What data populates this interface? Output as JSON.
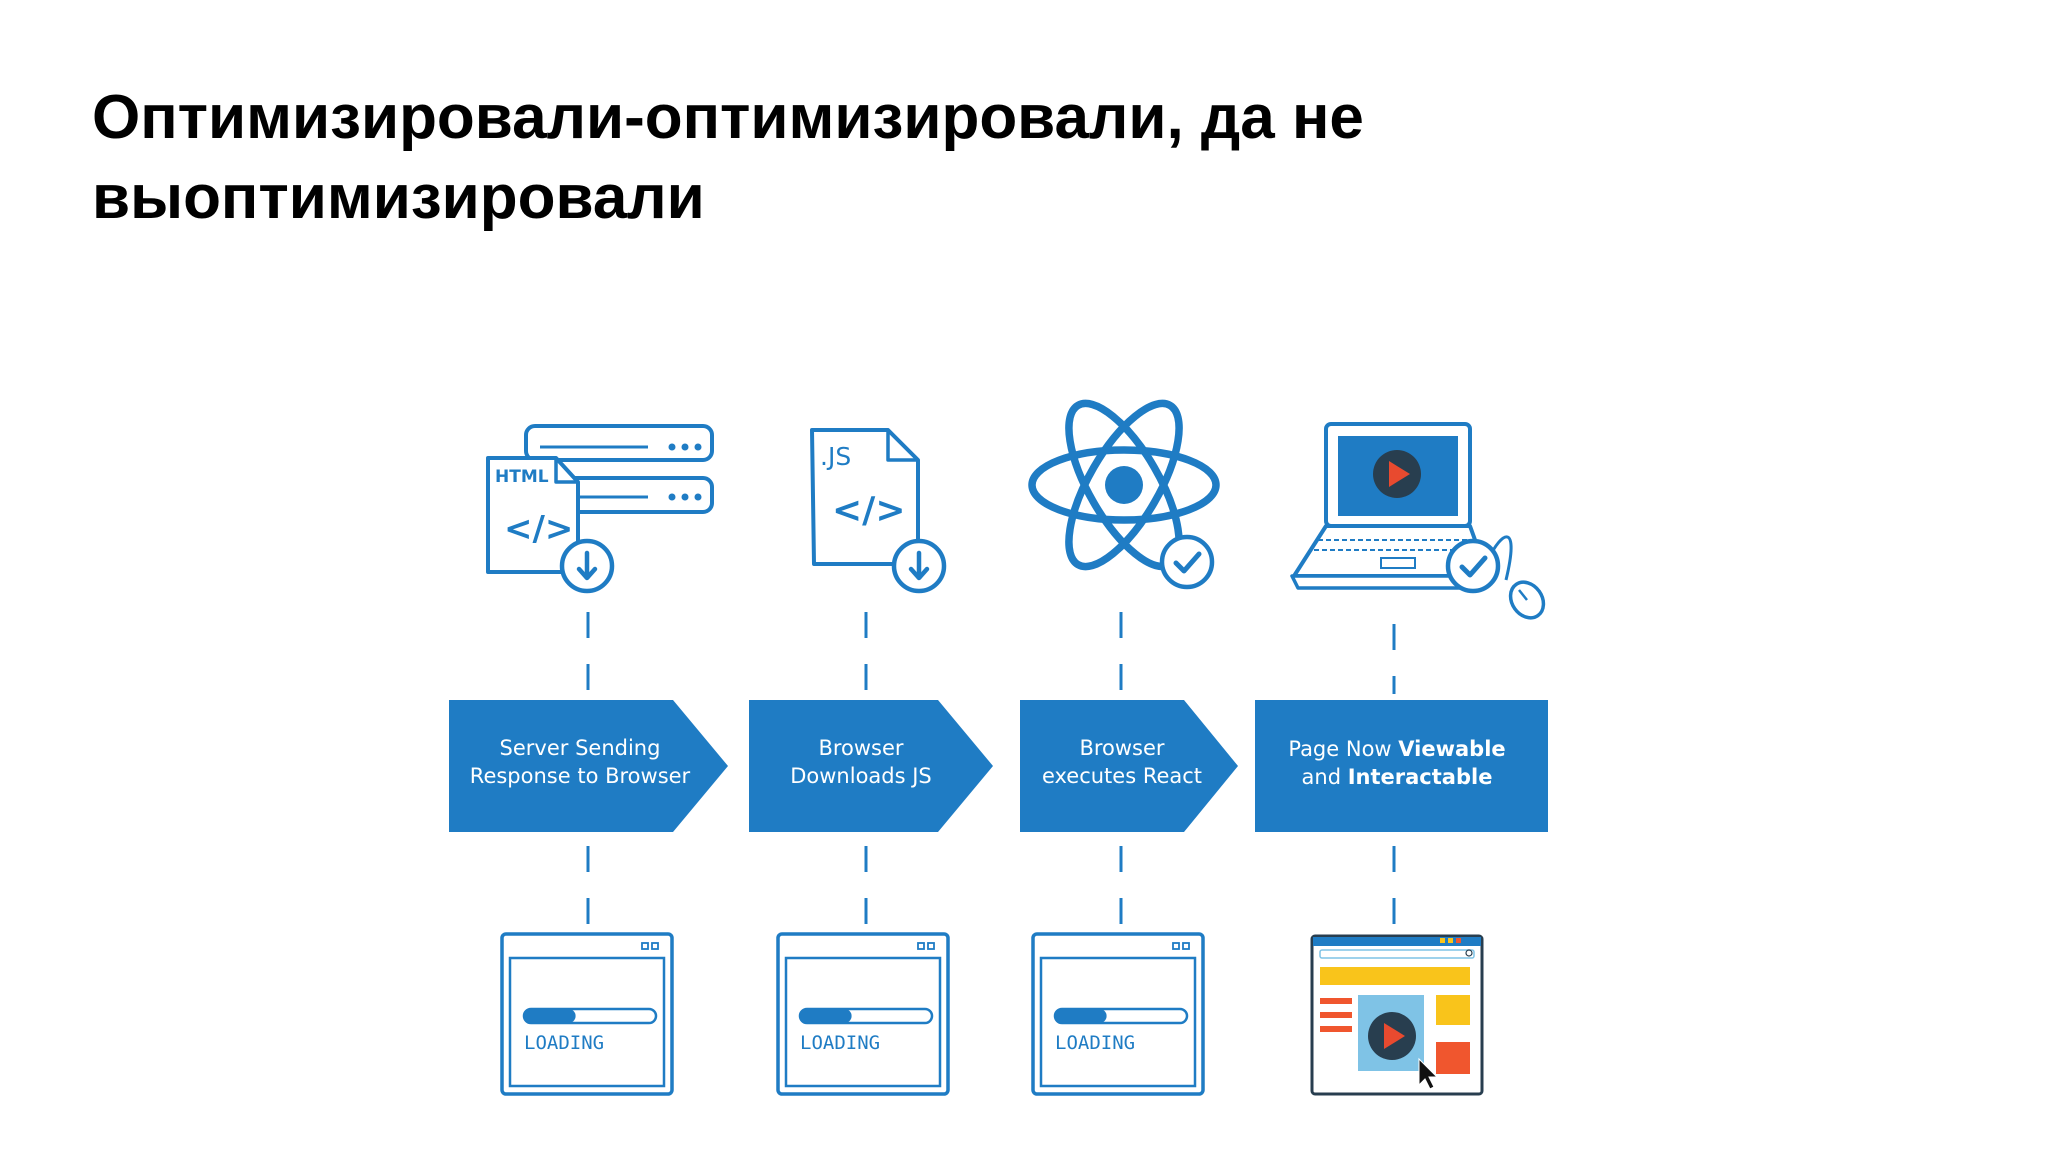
{
  "title": {
    "line1": "Оптимизировали-оптимизировали, да не",
    "line2": "выоптимизировали"
  },
  "colors": {
    "blue": "#1f7cc4",
    "light_blue": "#7fc3e6",
    "orange": "#f0562e",
    "yellow": "#f9c41b",
    "dark": "#283e4f",
    "play_red": "#e84a2f"
  },
  "steps": [
    {
      "lines": [
        {
          "parts": [
            {
              "text": "Server Sending",
              "bold": false
            }
          ]
        },
        {
          "parts": [
            {
              "text": "Response to Browser",
              "bold": false
            }
          ]
        }
      ],
      "icon": "html-document-server-icon"
    },
    {
      "lines": [
        {
          "parts": [
            {
              "text": "Browser",
              "bold": false
            }
          ]
        },
        {
          "parts": [
            {
              "text": "Downloads JS",
              "bold": false
            }
          ]
        }
      ],
      "icon": "js-document-download-icon"
    },
    {
      "lines": [
        {
          "parts": [
            {
              "text": "Browser",
              "bold": false
            }
          ]
        },
        {
          "parts": [
            {
              "text": "executes React",
              "bold": false
            }
          ]
        }
      ],
      "icon": "react-atom-icon"
    },
    {
      "lines": [
        {
          "parts": [
            {
              "text": "Page Now ",
              "bold": false
            },
            {
              "text": "Viewable",
              "bold": true
            }
          ]
        },
        {
          "parts": [
            {
              "text": "and ",
              "bold": false
            },
            {
              "text": "Interactable",
              "bold": true
            }
          ]
        }
      ],
      "icon": "laptop-play-icon"
    }
  ],
  "icons": {
    "html_label": "HTML",
    "js_label": ".JS",
    "code_label": "</>"
  },
  "loading": {
    "label": "LOADING",
    "progress": 0.3
  }
}
